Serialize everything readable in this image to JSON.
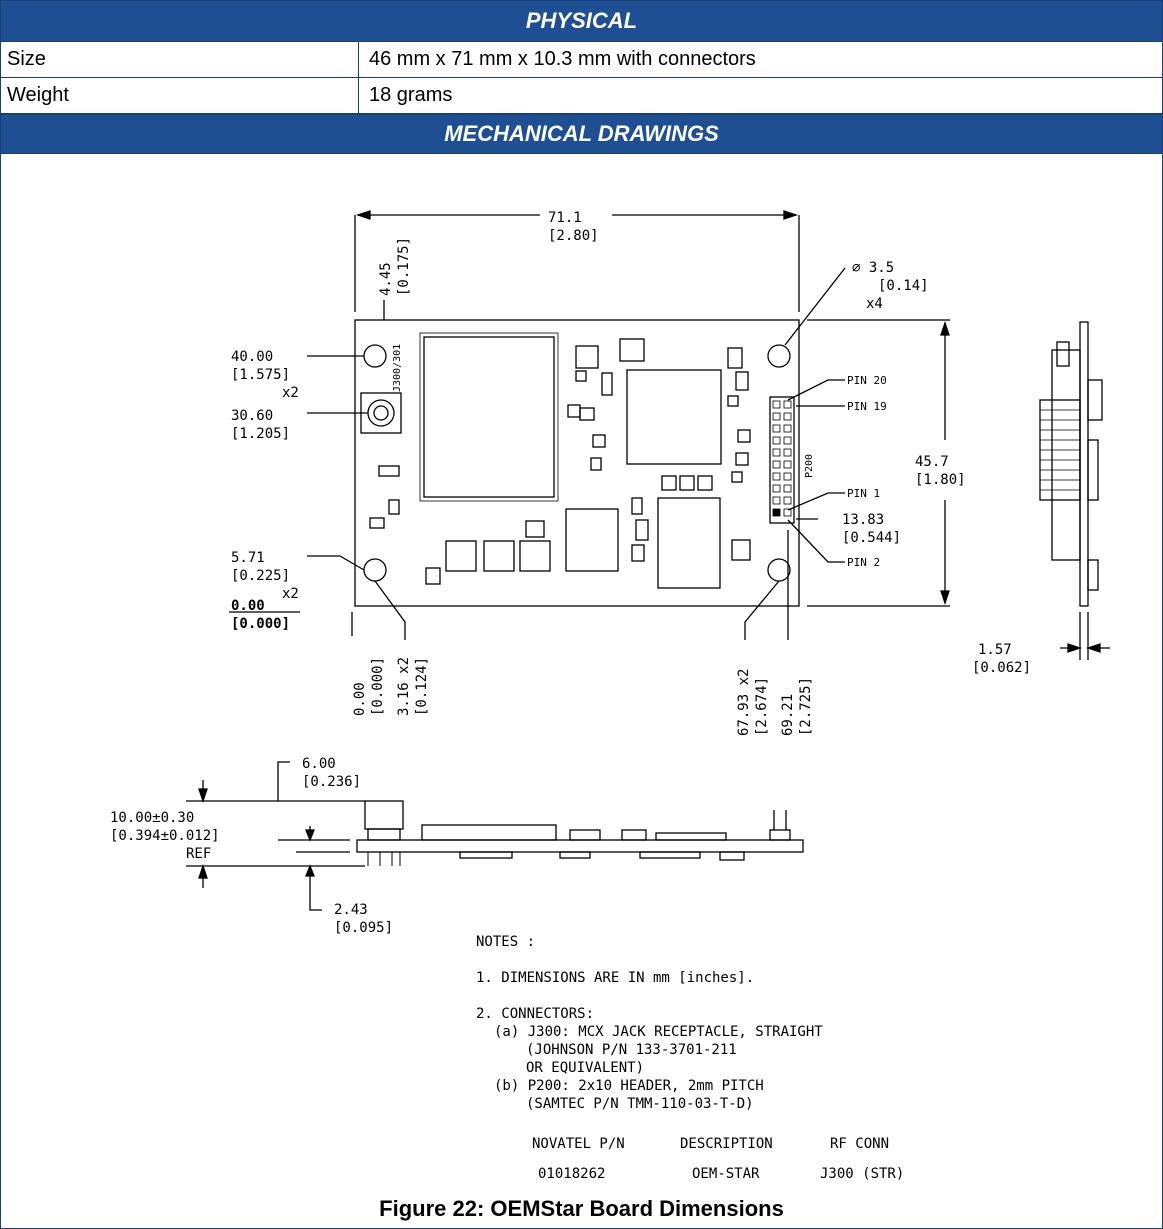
{
  "physical": {
    "header": "PHYSICAL",
    "rows": [
      {
        "label": "Size",
        "value": "46 mm x 71 mm x 10.3 mm with connectors"
      },
      {
        "label": "Weight",
        "value": "18 grams"
      }
    ]
  },
  "mechanical": {
    "header": "MECHANICAL DRAWINGS",
    "dimensions": {
      "width_mm": "71.1",
      "width_in": "[2.80]",
      "hole_dia_mm": "3.5",
      "hole_dia_in": "[0.14]",
      "hole_count": "x4",
      "j_offset_mm": "4.45",
      "j_offset_in": "[0.175]",
      "conn_label": "J300/301",
      "y40_mm": "40.00",
      "y40_in": "[1.575]",
      "y40_count": "x2",
      "y30_mm": "30.60",
      "y30_in": "[1.205]",
      "y571_mm": "5.71",
      "y571_in": "[0.225]",
      "y571_count": "x2",
      "y0_mm": "0.00",
      "y0_in": "[0.000]",
      "x0_mm": "0.00",
      "x0_in": "[0.000]",
      "x316_mm": "3.16",
      "x316_in": "[0.124]",
      "x316_count": "x2",
      "x6793_mm": "67.93",
      "x6793_in": "[2.674]",
      "x6793_count": "x2",
      "x6921_mm": "69.21",
      "x6921_in": "[2.725]",
      "h_mm": "45.7",
      "h_in": "[1.80]",
      "pin_p_mm": "13.83",
      "pin_p_in": "[0.544]",
      "pin20": "PIN 20",
      "pin19": "PIN 19",
      "pin1": "PIN 1",
      "pin2": "PIN 2",
      "header_label": "P200",
      "thick_mm": "1.57",
      "thick_in": "[0.062]",
      "side_6_mm": "6.00",
      "side_6_in": "[0.236]",
      "side_h_mm": "10.00±0.30",
      "side_h_in": "[0.394±0.012]",
      "side_ref": "REF",
      "side_243_mm": "2.43",
      "side_243_in": "[0.095]"
    },
    "notes": {
      "title": "NOTES :",
      "n1": "1. DIMENSIONS ARE IN mm [inches].",
      "n2": "2. CONNECTORS:",
      "n2a1": "(a) J300: MCX JACK RECEPTACLE, STRAIGHT",
      "n2a2": "(JOHNSON P/N 133-3701-211",
      "n2a3": "OR EQUIVALENT)",
      "n2b1": "(b) P200: 2x10 HEADER, 2mm PITCH",
      "n2b2": "(SAMTEC P/N TMM-110-03-T-D)"
    },
    "part_table": {
      "headers": [
        "NOVATEL P/N",
        "DESCRIPTION",
        "RF CONN"
      ],
      "row": [
        "01018262",
        "OEM-STAR",
        "J300 (STR)"
      ]
    },
    "caption": "Figure 22: OEMStar Board Dimensions"
  }
}
